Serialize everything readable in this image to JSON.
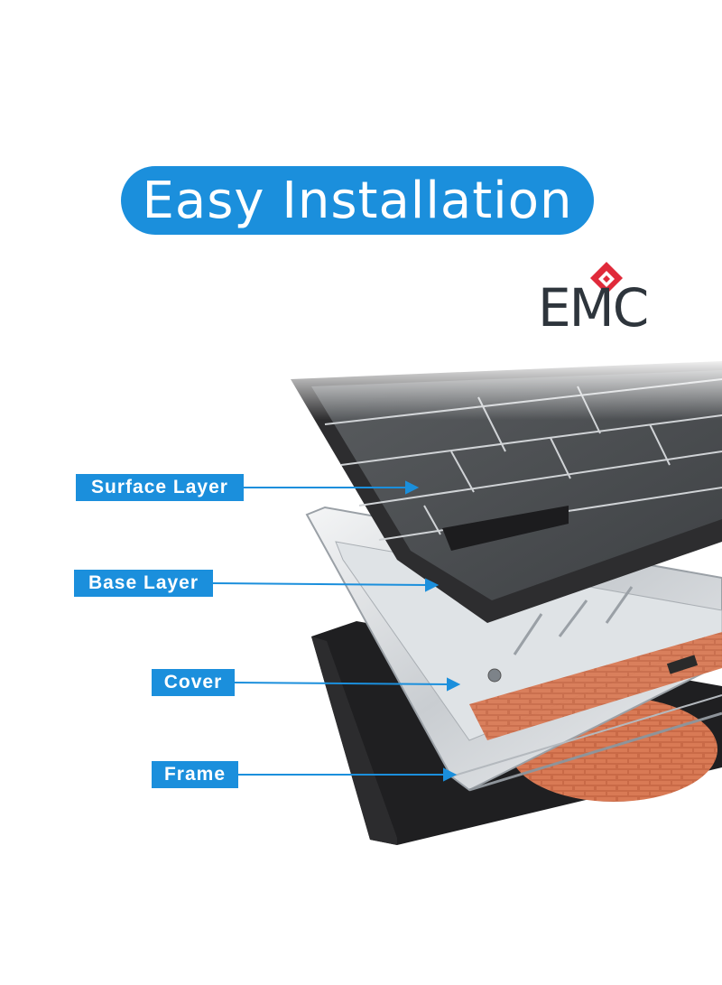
{
  "title": "Easy Installation",
  "brand": {
    "name": "EMC",
    "accent_color": "#e02a3a",
    "text_color": "#2e353c"
  },
  "labels": {
    "surface": "Surface Layer",
    "base": "Base Layer",
    "cover": "Cover",
    "frame": "Frame"
  },
  "colors": {
    "pill": "#1b8fdc",
    "label": "#1b8fdc",
    "arrow": "#1b8fdc"
  }
}
